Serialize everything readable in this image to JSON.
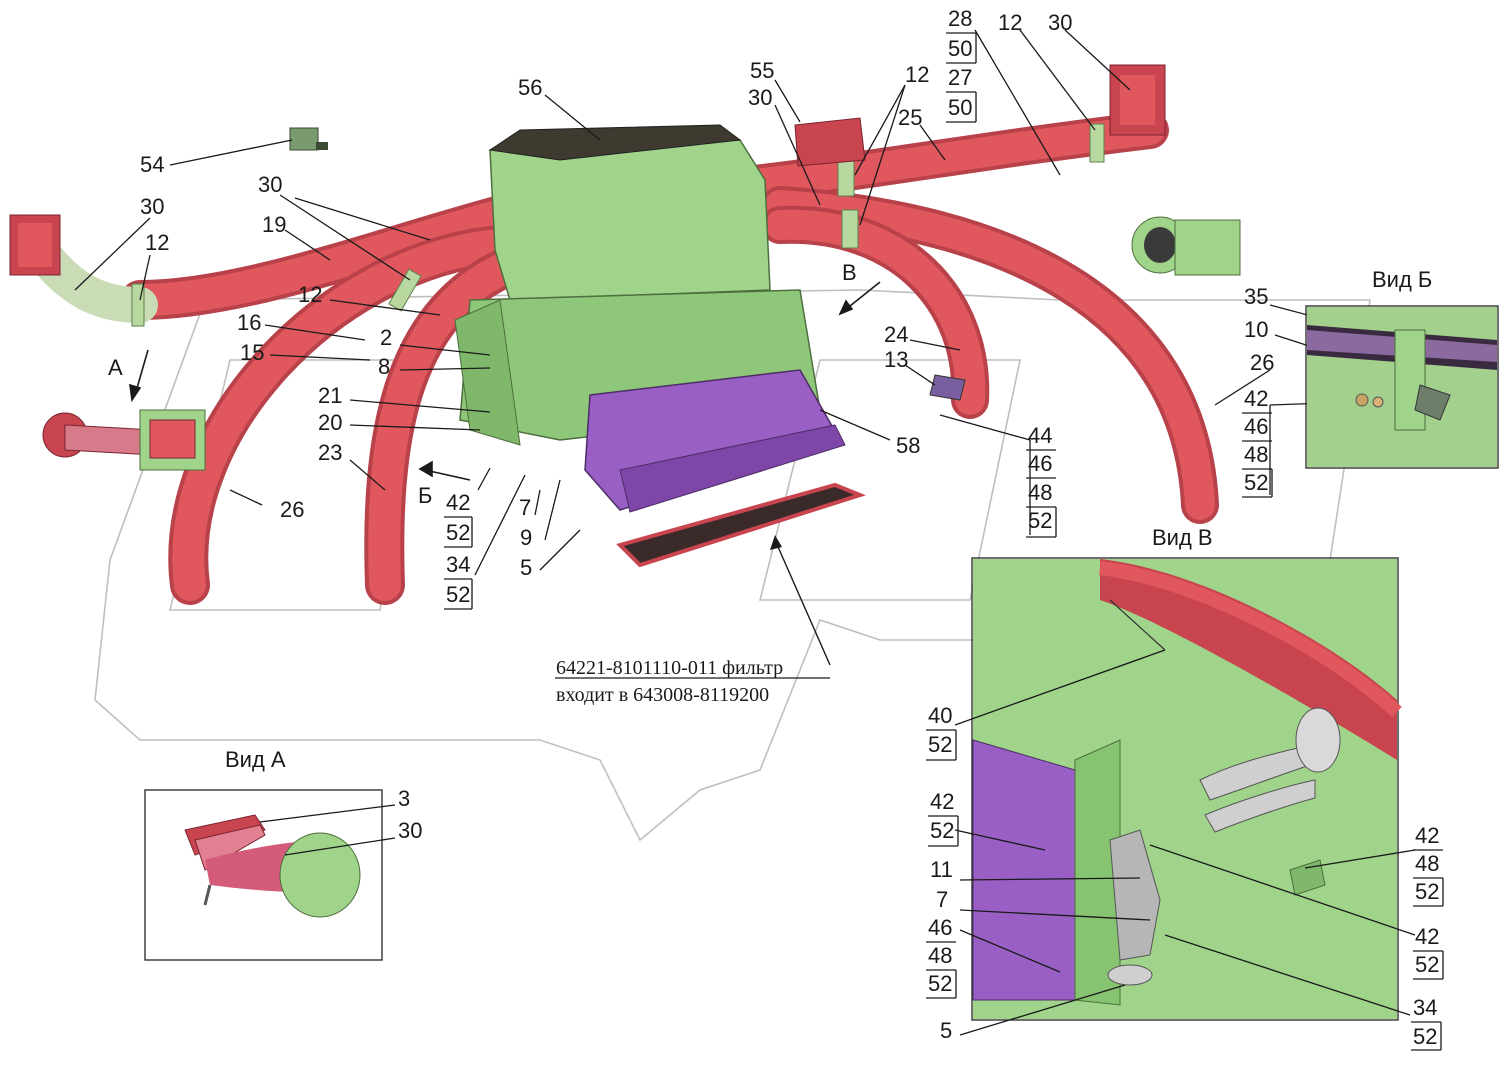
{
  "views": {
    "a_title": "Вид А",
    "b_title": "Вид Б",
    "v_title": "Вид В"
  },
  "arrows": {
    "a": "А",
    "b": "Б",
    "v": "В"
  },
  "caption": {
    "line1": "64221-8101110-011 фильтр",
    "line2": "входит в 643008-8119200"
  },
  "callouts": [
    {
      "id": "c54",
      "text": "54"
    },
    {
      "id": "c30a",
      "text": "30"
    },
    {
      "id": "c12a",
      "text": "12"
    },
    {
      "id": "c30b",
      "text": "30"
    },
    {
      "id": "c19",
      "text": "19"
    },
    {
      "id": "c56",
      "text": "56"
    },
    {
      "id": "c55",
      "text": "55"
    },
    {
      "id": "c30c",
      "text": "30"
    },
    {
      "id": "c28",
      "text": "28"
    },
    {
      "id": "c50a",
      "text": "50"
    },
    {
      "id": "c27",
      "text": "27"
    },
    {
      "id": "c50b",
      "text": "50"
    },
    {
      "id": "c12b",
      "text": "12"
    },
    {
      "id": "c30d",
      "text": "30"
    },
    {
      "id": "c12c",
      "text": "12"
    },
    {
      "id": "c25",
      "text": "25"
    },
    {
      "id": "c12d",
      "text": "12"
    },
    {
      "id": "c16",
      "text": "16"
    },
    {
      "id": "c2",
      "text": "2"
    },
    {
      "id": "c15",
      "text": "15"
    },
    {
      "id": "c8",
      "text": "8"
    },
    {
      "id": "c21",
      "text": "21"
    },
    {
      "id": "c20",
      "text": "20"
    },
    {
      "id": "c23",
      "text": "23"
    },
    {
      "id": "c26a",
      "text": "26"
    },
    {
      "id": "c42a",
      "text": "42"
    },
    {
      "id": "c52a",
      "text": "52"
    },
    {
      "id": "c34a",
      "text": "34"
    },
    {
      "id": "c52b",
      "text": "52"
    },
    {
      "id": "c7a",
      "text": "7"
    },
    {
      "id": "c9",
      "text": "9"
    },
    {
      "id": "c5a",
      "text": "5"
    },
    {
      "id": "c58",
      "text": "58"
    },
    {
      "id": "c24",
      "text": "24"
    },
    {
      "id": "c13",
      "text": "13"
    },
    {
      "id": "c44",
      "text": "44"
    },
    {
      "id": "c46a",
      "text": "46"
    },
    {
      "id": "c48a",
      "text": "48"
    },
    {
      "id": "c52c",
      "text": "52"
    },
    {
      "id": "c35",
      "text": "35"
    },
    {
      "id": "c10",
      "text": "10"
    },
    {
      "id": "c26b",
      "text": "26"
    },
    {
      "id": "c42b",
      "text": "42"
    },
    {
      "id": "c46b",
      "text": "46"
    },
    {
      "id": "c48b",
      "text": "48"
    },
    {
      "id": "c52d",
      "text": "52"
    },
    {
      "id": "c3",
      "text": "3"
    },
    {
      "id": "c30e",
      "text": "30"
    },
    {
      "id": "c40",
      "text": "40"
    },
    {
      "id": "c52e",
      "text": "52"
    },
    {
      "id": "c42c",
      "text": "42"
    },
    {
      "id": "c52f",
      "text": "52"
    },
    {
      "id": "c11",
      "text": "11"
    },
    {
      "id": "c7b",
      "text": "7"
    },
    {
      "id": "c46c",
      "text": "46"
    },
    {
      "id": "c48c",
      "text": "48"
    },
    {
      "id": "c52g",
      "text": "52"
    },
    {
      "id": "c5b",
      "text": "5"
    },
    {
      "id": "c42d",
      "text": "42"
    },
    {
      "id": "c48d",
      "text": "48"
    },
    {
      "id": "c52h",
      "text": "52"
    },
    {
      "id": "c42e",
      "text": "42"
    },
    {
      "id": "c52i",
      "text": "52"
    },
    {
      "id": "c34b",
      "text": "34"
    },
    {
      "id": "c52j",
      "text": "52"
    }
  ],
  "colors": {
    "hose": "#e0585e",
    "unit": "#9fd48a",
    "filter": "#9a5fc4",
    "flange": "#c8444f"
  }
}
